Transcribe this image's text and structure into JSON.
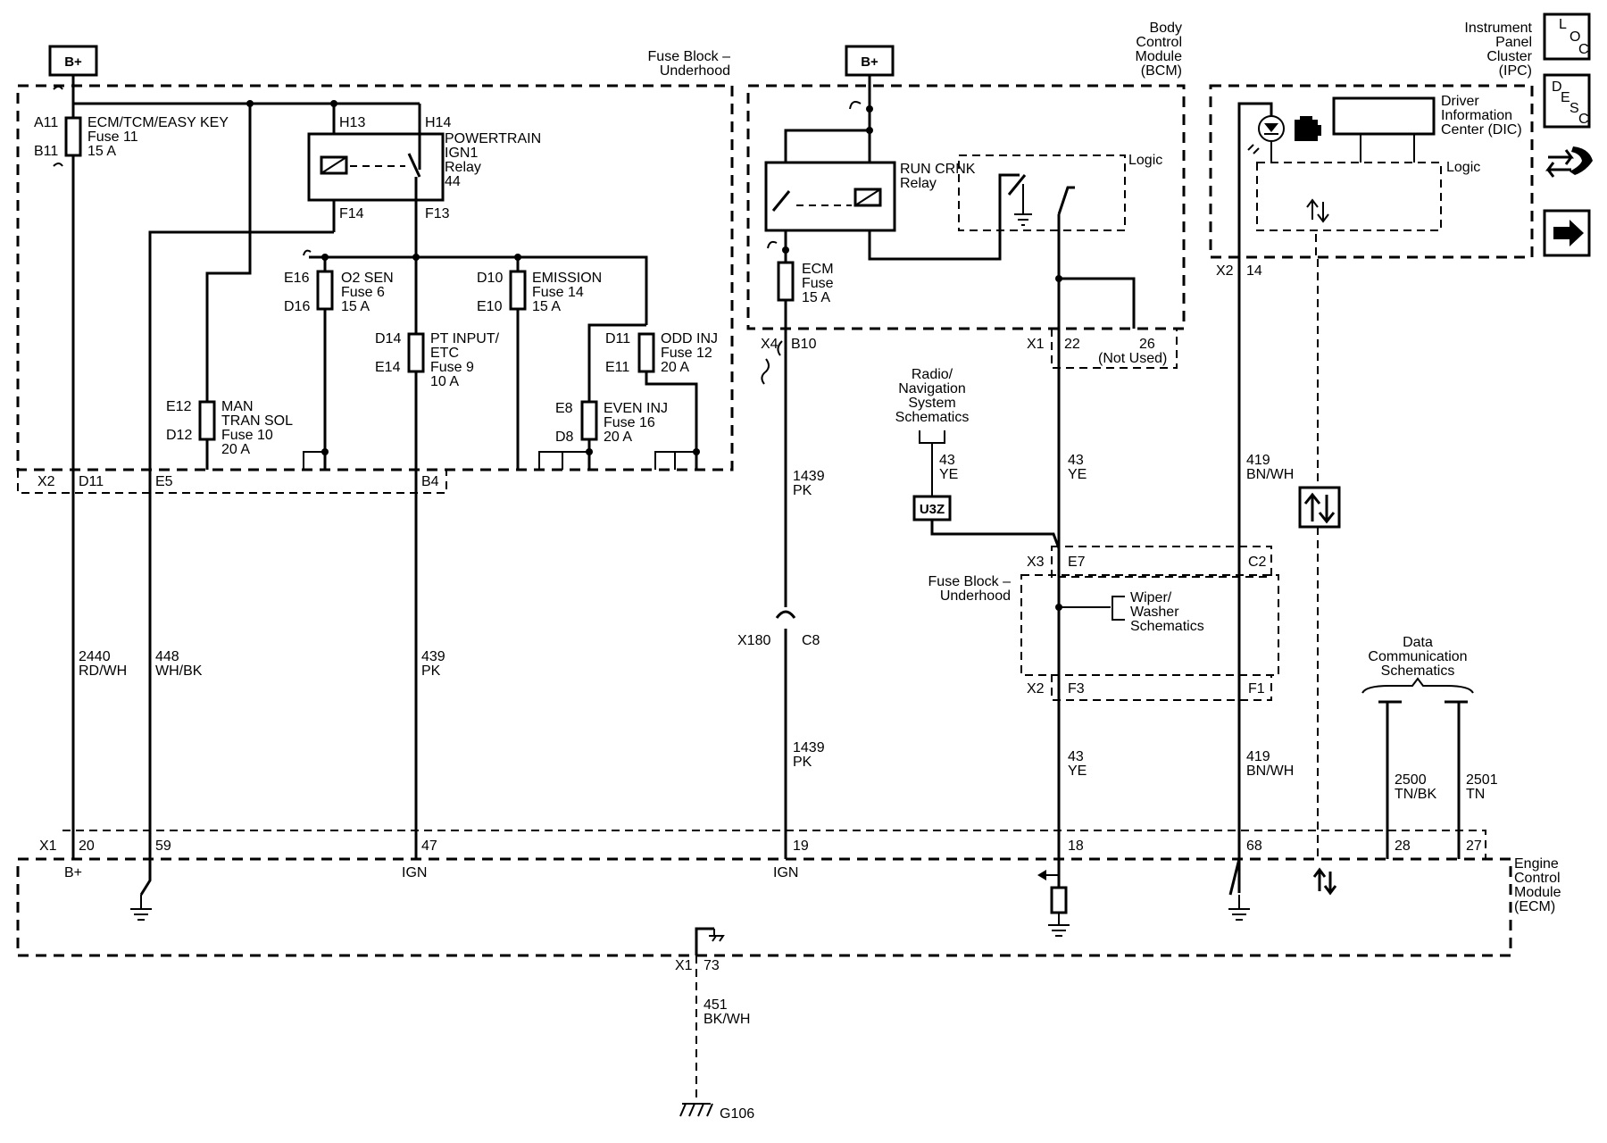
{
  "power": {
    "bplus_left": "B+",
    "bplus_right": "B+"
  },
  "modules": {
    "fuse_block": [
      "Fuse Block –",
      "Underhood"
    ],
    "bcm": [
      "Body",
      "Control",
      "Module",
      "(BCM)"
    ],
    "ipc": [
      "Instrument",
      "Panel",
      "Cluster",
      "(IPC)"
    ],
    "ecm": [
      "Engine",
      "Control",
      "Module",
      "(ECM)"
    ],
    "fuse_block_mid": [
      "Fuse Block –",
      "Underhood"
    ],
    "dic": [
      "Driver",
      "Information",
      "Center (DIC)"
    ],
    "logic": "Logic",
    "logic_ipc": "Logic"
  },
  "legend_icons": {
    "loc": [
      "L",
      "O",
      "C"
    ],
    "desc": [
      "D",
      "E",
      "S",
      "C"
    ]
  },
  "fuses": {
    "ecm_tcm": {
      "name": "ECM/TCM/EASY KEY",
      "fuse": "Fuse 11",
      "rating": "15 A",
      "in": "A11",
      "out": "B11"
    },
    "man_tran": {
      "name": [
        "MAN",
        "TRAN SOL"
      ],
      "fuse": "Fuse 10",
      "rating": "20 A",
      "in": "E12",
      "out": "D12"
    },
    "o2_sen": {
      "name": "O2 SEN",
      "fuse": "Fuse 6",
      "rating": "15 A",
      "in": "E16",
      "out": "D16"
    },
    "pt_input": {
      "name": [
        "PT INPUT/",
        "ETC"
      ],
      "fuse": "Fuse 9",
      "rating": "10 A",
      "in": "D14",
      "out": "E14"
    },
    "emission": {
      "name": "EMISSION",
      "fuse": "Fuse 14",
      "rating": "15 A",
      "in": "D10",
      "out": "E10"
    },
    "odd_inj": {
      "name": "ODD INJ",
      "fuse": "Fuse 12",
      "rating": "20 A",
      "in": "D11",
      "out": "E11"
    },
    "even_inj": {
      "name": "EVEN INJ",
      "fuse": "Fuse 16",
      "rating": "20 A",
      "in": "E8",
      "out": "D8"
    },
    "ecm_fuse": {
      "name": "ECM",
      "fuse": "Fuse",
      "rating": "15 A"
    }
  },
  "relays": {
    "powertrain": {
      "name": [
        "POWERTRAIN",
        "IGN1",
        "Relay",
        "44"
      ],
      "pins": [
        "H13",
        "H14",
        "F14",
        "F13"
      ]
    },
    "run_crnk": {
      "name": [
        "RUN CRNK",
        "Relay"
      ]
    }
  },
  "connectors": {
    "fb_x2": {
      "label": "X2",
      "pins": [
        "D11",
        "E5",
        "B4"
      ]
    },
    "bcm_x4": {
      "label": "X4",
      "pin": "B10"
    },
    "bcm_x1": {
      "label": "X1",
      "pins": [
        "22",
        "26",
        "(Not Used)"
      ]
    },
    "ipc_x2": {
      "label": "X2",
      "pin": "14"
    },
    "x180": {
      "label": "X180",
      "pin": "C8"
    },
    "fb_x3": {
      "label": "X3",
      "pins": [
        "E7",
        "C2"
      ]
    },
    "fb_x2b": {
      "label": "X2",
      "pins": [
        "F3",
        "F1"
      ]
    },
    "ecm_x1": {
      "label": "X1",
      "pins": [
        "20",
        "59",
        "47",
        "19",
        "18",
        "68",
        "28",
        "27"
      ]
    },
    "ecm_x1b": {
      "label": "X1",
      "pin": "73"
    },
    "u3z": "U3Z"
  },
  "wires": [
    {
      "circuit": "2440",
      "color": "RD/WH"
    },
    {
      "circuit": "448",
      "color": "WH/BK"
    },
    {
      "circuit": "439",
      "color": "PK"
    },
    {
      "circuit": "1439",
      "color": "PK"
    },
    {
      "circuit": "1439",
      "color": "PK"
    },
    {
      "circuit": "43",
      "color": "YE"
    },
    {
      "circuit": "43",
      "color": "YE"
    },
    {
      "circuit": "43",
      "color": "YE"
    },
    {
      "circuit": "419",
      "color": "BN/WH"
    },
    {
      "circuit": "419",
      "color": "BN/WH"
    },
    {
      "circuit": "2500",
      "color": "TN/BK"
    },
    {
      "circuit": "2501",
      "color": "TN"
    },
    {
      "circuit": "451",
      "color": "BK/WH"
    }
  ],
  "ecm_inputs": [
    "B+",
    "IGN",
    "IGN"
  ],
  "references": {
    "radio": [
      "Radio/",
      "Navigation",
      "System",
      "Schematics"
    ],
    "wiper": [
      "Wiper/",
      "Washer",
      "Schematics"
    ],
    "datacomm": [
      "Data",
      "Communication",
      "Schematics"
    ]
  },
  "ground": "G106"
}
